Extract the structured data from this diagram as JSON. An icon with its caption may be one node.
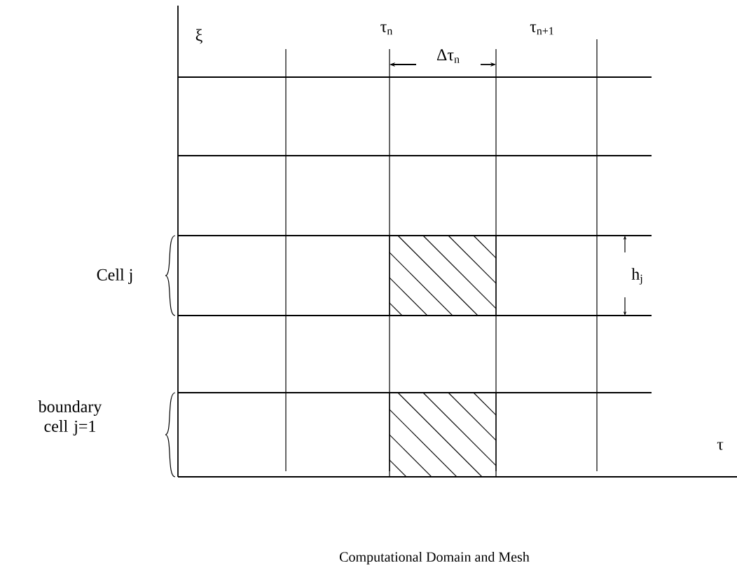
{
  "diagram": {
    "caption": "Computational Domain and Mesh",
    "labels": [
      "ξ",
      "τ$_{n}$",
      "τ$_{n+1}$",
      "Δτ$_{n}$",
      "Cell j",
      "h$_{j}$",
      "boundary cell j=1",
      "τ"
    ]
  }
}
